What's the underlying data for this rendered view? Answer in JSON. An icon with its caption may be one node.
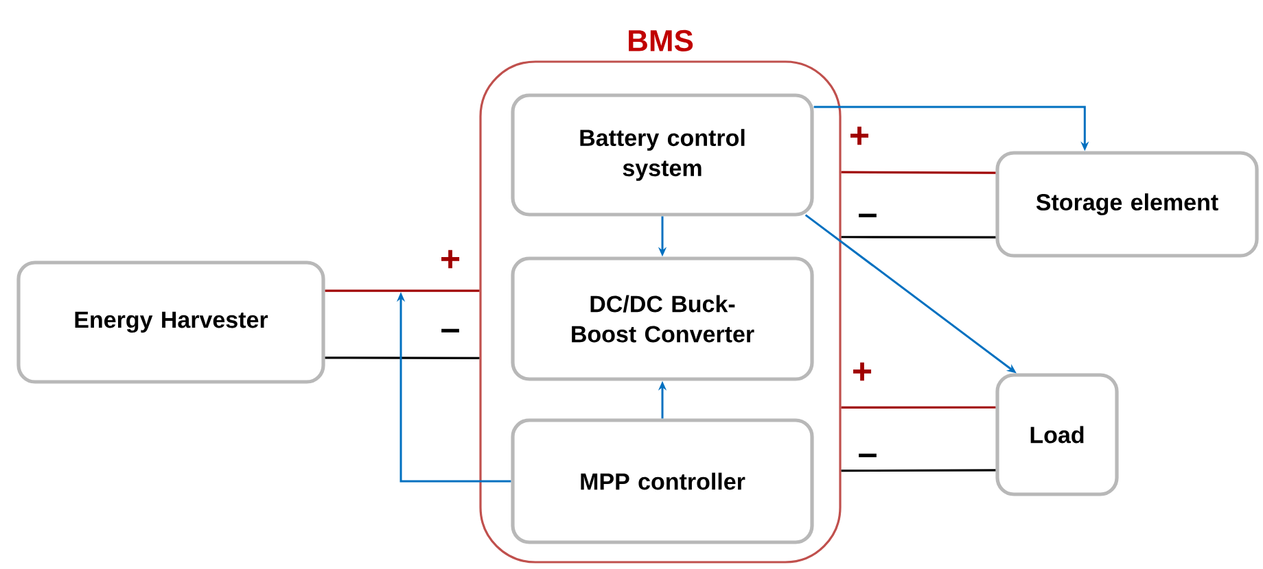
{
  "diagram": {
    "nodes": [
      {
        "text": [
          "BMS"
        ]
      },
      {
        "text": [
          "Battery control system"
        ],
        "in": 0
      },
      {
        "text": [
          "DC/DC Buck-Boost Converter"
        ],
        "in": 0
      },
      {
        "text": [
          "MPP controller"
        ],
        "in": 0
      },
      {
        "text": [
          "Energy Harvester"
        ]
      },
      {
        "text": [
          "Storage element"
        ]
      },
      {
        "text": [
          "Load"
        ]
      }
    ],
    "edges": [
      {
        "from": 4,
        "to": 0,
        "arrow": "none",
        "color": "#a00000"
      },
      {
        "from": 4,
        "to": 0,
        "arrow": "none",
        "color": "#000000"
      },
      {
        "from": 0,
        "to": 5,
        "arrow": "none",
        "color": "#a00000"
      },
      {
        "from": 0,
        "to": 5,
        "arrow": "none",
        "color": "#000000"
      },
      {
        "from": 0,
        "to": 6,
        "arrow": "none",
        "color": "#a00000"
      },
      {
        "from": 0,
        "to": 6,
        "arrow": "none",
        "color": "#000000"
      },
      {
        "from": 1,
        "to": 5,
        "arrow": "to"
      },
      {
        "from": 1,
        "to": 2,
        "arrow": "to"
      },
      {
        "from": 1,
        "to": 6,
        "arrow": "to"
      },
      {
        "from": 3,
        "to": 2,
        "arrow": "to"
      },
      {
        "from": 3,
        "to": null,
        "arrow": "to"
      }
    ],
    "labels": [
      "+",
      "–",
      "+",
      "–",
      "+",
      "–"
    ]
  }
}
